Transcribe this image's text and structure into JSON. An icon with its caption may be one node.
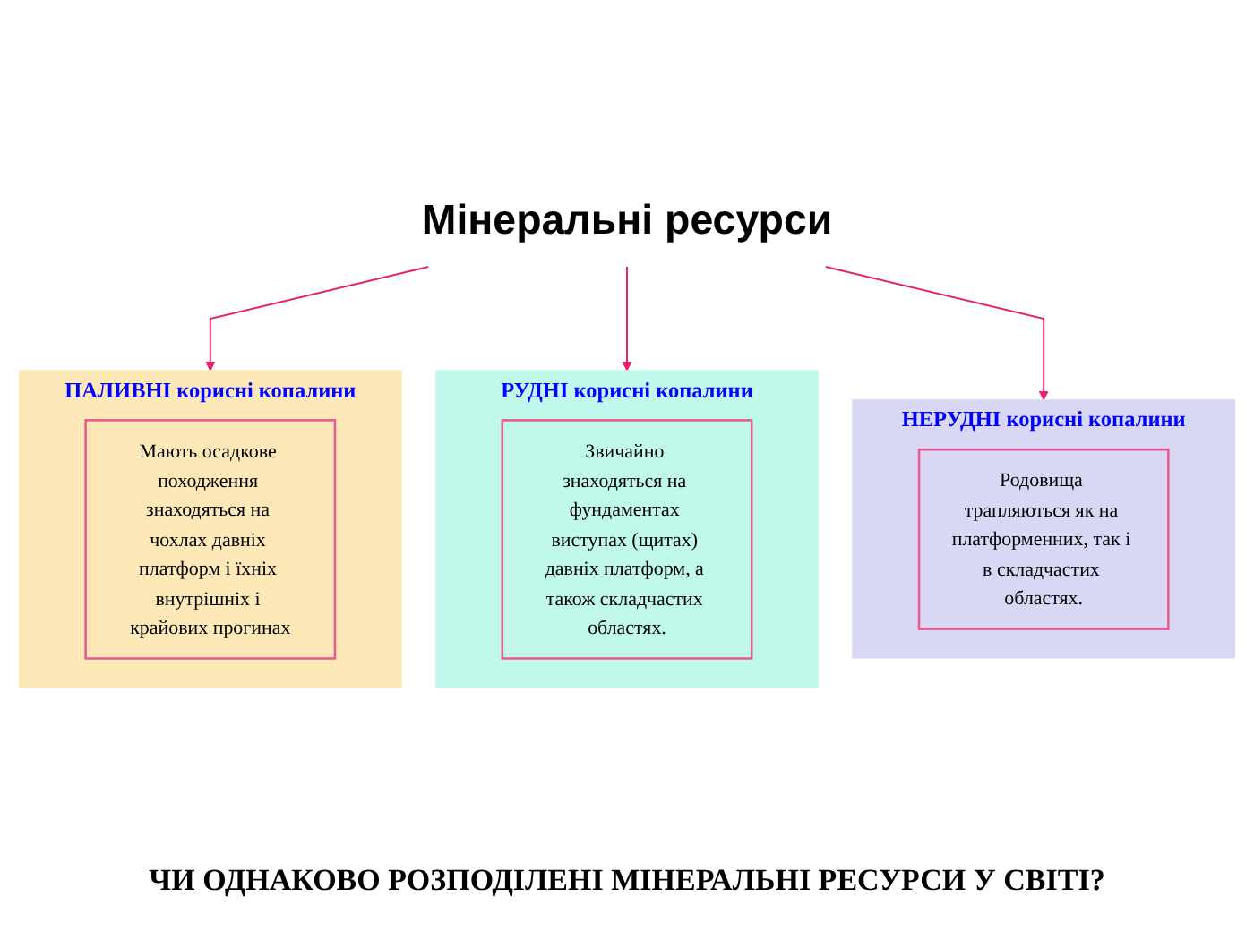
{
  "diagram": {
    "nodes": [
      {
        "text": [
          "Мінеральні ресурси"
        ]
      },
      {
        "text": [
          "ПАЛИВНІ корисні копалини"
        ]
      },
      {
        "text": [
          "Мають осадкове походження знаходяться на чохлах давніх платформ і їхніх внутрішніх і крайових прогинах"
        ],
        "in": 1
      },
      {
        "text": [
          "РУДНІ корисні копалини"
        ]
      },
      {
        "text": [
          "Звичайно знаходяться на фундаментах виступах (щитах) давніх платформ, а також складчастих областях."
        ],
        "in": 3
      },
      {
        "text": [
          "НЕРУДНІ корисні копалини"
        ]
      },
      {
        "text": [
          "Родовища трапляються як на платформенних, так і в складчастих областях."
        ],
        "in": 5
      }
    ],
    "edges": [
      {
        "from": 0,
        "to": 1,
        "arrow": "to"
      },
      {
        "from": 0,
        "to": 3,
        "arrow": "to"
      },
      {
        "from": 0,
        "to": 5,
        "arrow": "to"
      }
    ],
    "caption": "ЧИ ОДНАКОВО РОЗПОДІЛЕНІ МІНЕРАЛЬНІ РЕСУРСИ У СВІТІ?"
  }
}
